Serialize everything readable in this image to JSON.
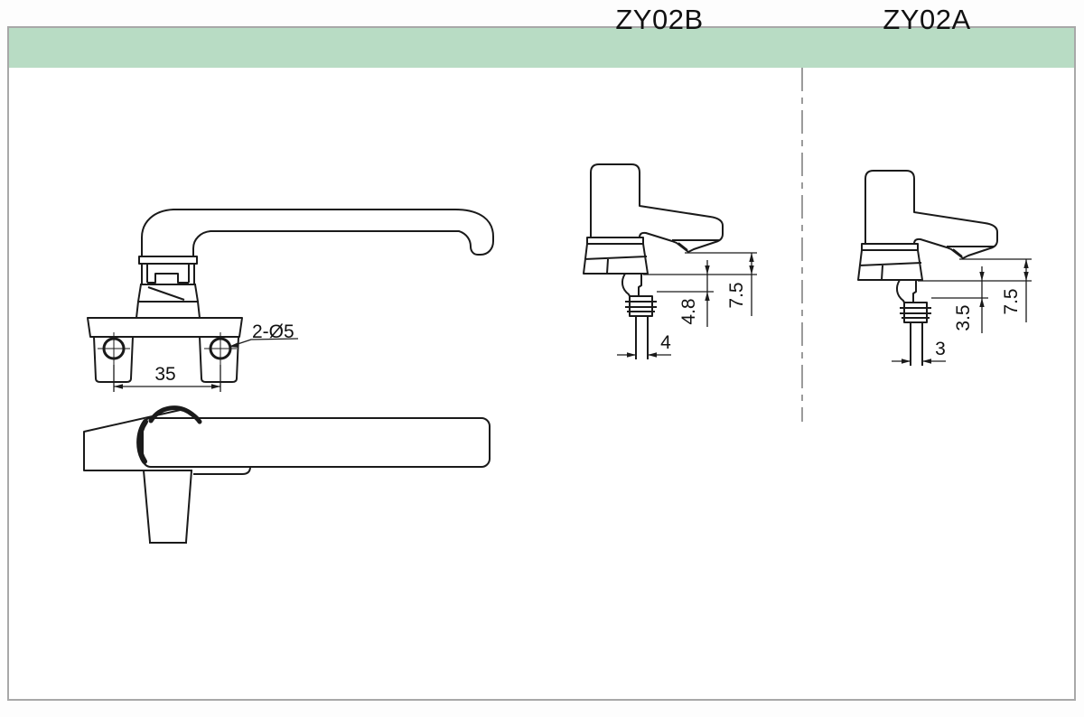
{
  "header": {
    "columns": [
      {
        "label": "ZY02B"
      },
      {
        "label": "ZY02A"
      }
    ]
  },
  "front_view": {
    "hole_callout": "2-Ø5",
    "hole_spacing": "35"
  },
  "side_views": [
    {
      "clearance_height": "7.5",
      "spindle_offset": "4.8",
      "spindle_width": "4"
    },
    {
      "clearance_height": "7.5",
      "spindle_offset": "3.5",
      "spindle_width": "3"
    }
  ],
  "colors": {
    "header_bg": "#b8dcc4",
    "sheet_border": "#a8a8a8",
    "divider": "#9b9b9b",
    "linework": "#1a1a1a"
  }
}
